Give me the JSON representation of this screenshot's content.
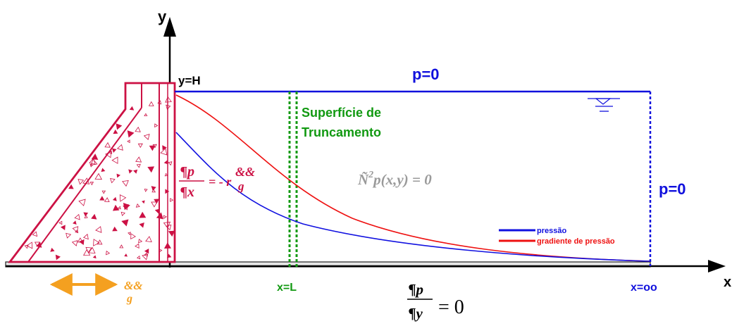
{
  "axes": {
    "x_label": "x",
    "y_label": "y"
  },
  "labels": {
    "y_h": "y=H",
    "p0_top": "p=0",
    "p0_right": "p=0",
    "trunc_line1": "Superfície de",
    "trunc_line2": "Truncamento",
    "x_l": "x=L",
    "x_oo": "x=oo"
  },
  "equations": {
    "laplace": "Ñ²p(x,y) = 0",
    "laplace_sym": "Ñ",
    "laplace_sup": "2",
    "laplace_rest": "p(x,y)  = 0",
    "dam_num": "¶p",
    "dam_den": "¶x",
    "dam_rhs": "= - r",
    "dam_accel": "&&",
    "dam_accel_sub": "g",
    "bottom_num": "¶p",
    "bottom_den": "¶y",
    "bottom_rhs": "= 0",
    "ground_accel": "&&",
    "ground_accel_sub": "g"
  },
  "legend": {
    "entries": [
      {
        "label": "pressão",
        "color": "#1010e0"
      },
      {
        "label": "gradiente de pressão",
        "color": "#ee1111"
      }
    ]
  },
  "colors": {
    "dam": "#cc1144",
    "boundary_blue": "#1010dd",
    "truncation_green": "#119911",
    "ground_arrow": "#f4a020",
    "equation_gray": "#9a9a9a"
  }
}
